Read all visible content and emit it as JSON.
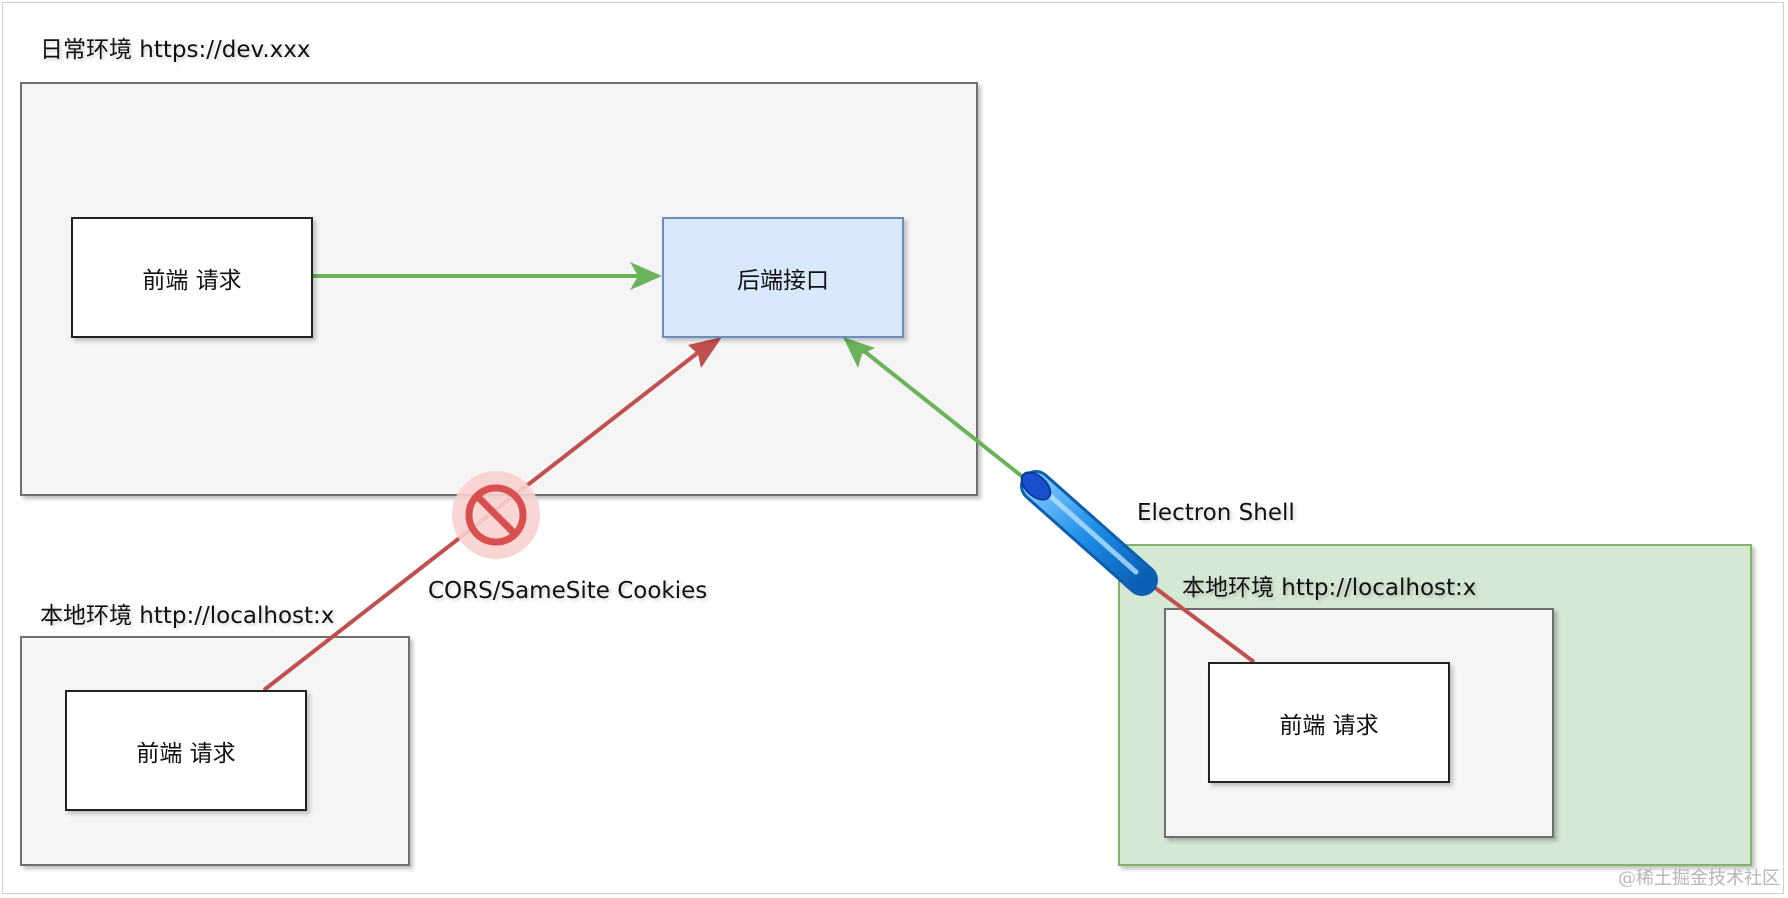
{
  "diagram": {
    "daily_env": {
      "label": "日常环境 https://dev.xxx",
      "frontend_label": "前端 请求",
      "backend_label": "后端接口"
    },
    "local_env_left": {
      "label": "本地环境 http://localhost:x",
      "frontend_label": "前端 请求"
    },
    "local_env_right": {
      "label": "本地环境 http://localhost:x",
      "frontend_label": "前端 请求"
    },
    "cors_label": "CORS/SameSite Cookies",
    "shell_label": "Electron Shell",
    "watermark": "@稀土掘金技术社区"
  },
  "colors": {
    "allowed_arrow": "#6bb35a",
    "blocked_arrow": "#c0504d",
    "forbidden_fill": "#f8c7c5",
    "forbidden_ring": "#e06060",
    "tube": "#1f8fe0"
  },
  "icons": {
    "blocked": "forbidden-icon",
    "shell": "pipe-icon"
  }
}
